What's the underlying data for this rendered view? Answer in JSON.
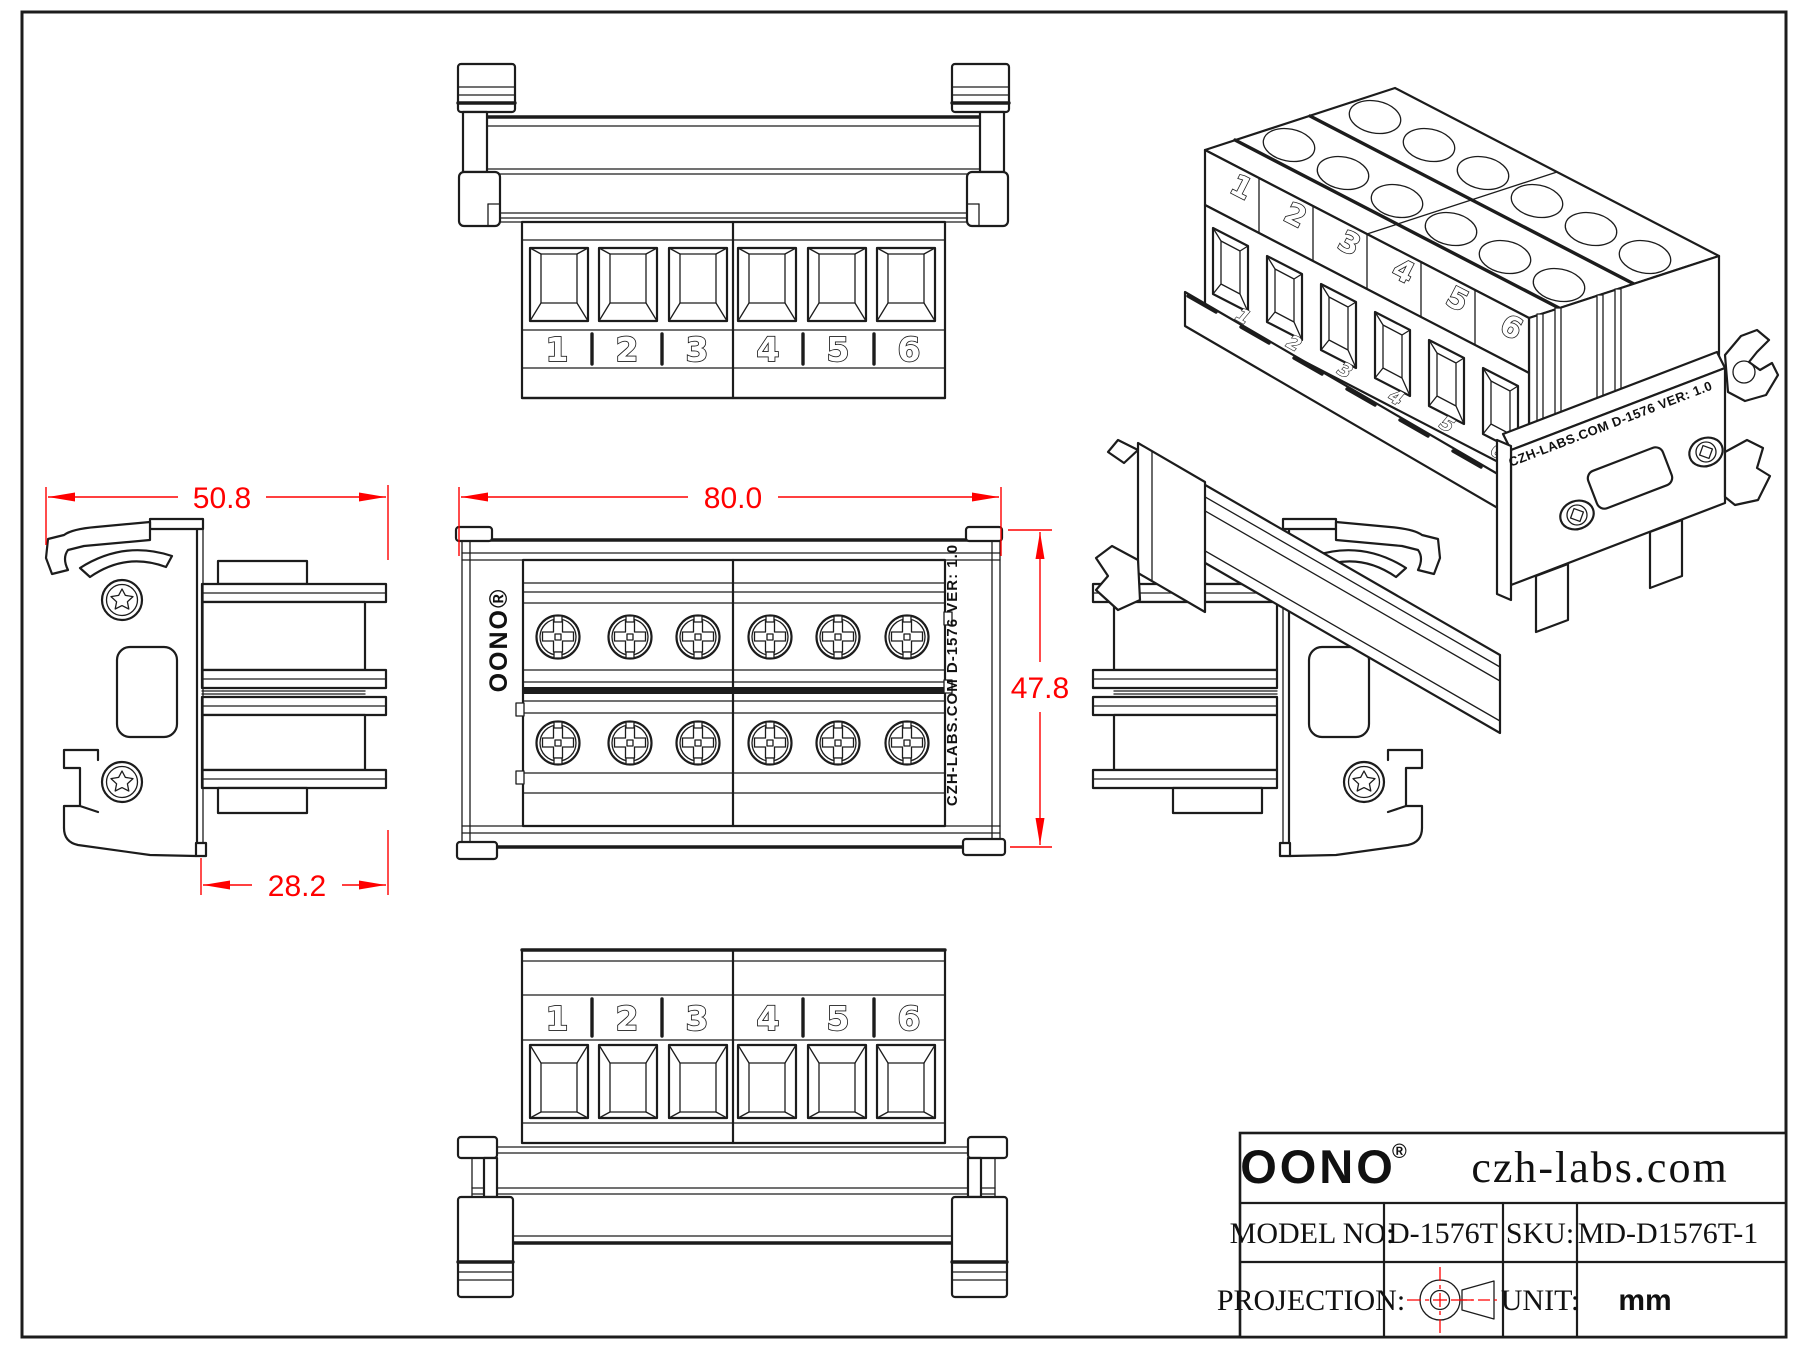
{
  "sheet": {
    "bg": "#ffffff",
    "line": "#1c1c1c"
  },
  "colors": {
    "dimension": "#ff0000",
    "line": "#1c1c1c",
    "background": "#ffffff"
  },
  "dims": {
    "overall_width": "80.0",
    "overall_depth": "47.8",
    "side_total": "50.8",
    "side_module": "28.2"
  },
  "terminals": [
    "1",
    "2",
    "3",
    "4",
    "5",
    "6"
  ],
  "markings": {
    "brand_plan": "OONO®",
    "side_marking": "CZH-LABS.COM  D-1576  VER: 1.0"
  },
  "title_block": {
    "brand": "OONO",
    "reg": "®",
    "site": "czh-labs.com",
    "model_label": "MODEL NO:",
    "model_value": "D-1576T",
    "sku_label": "SKU:",
    "sku_value": "MD-D1576T-1",
    "projection_label": "PROJECTION:",
    "unit_label": "UNIT:",
    "unit_value": "mm"
  }
}
